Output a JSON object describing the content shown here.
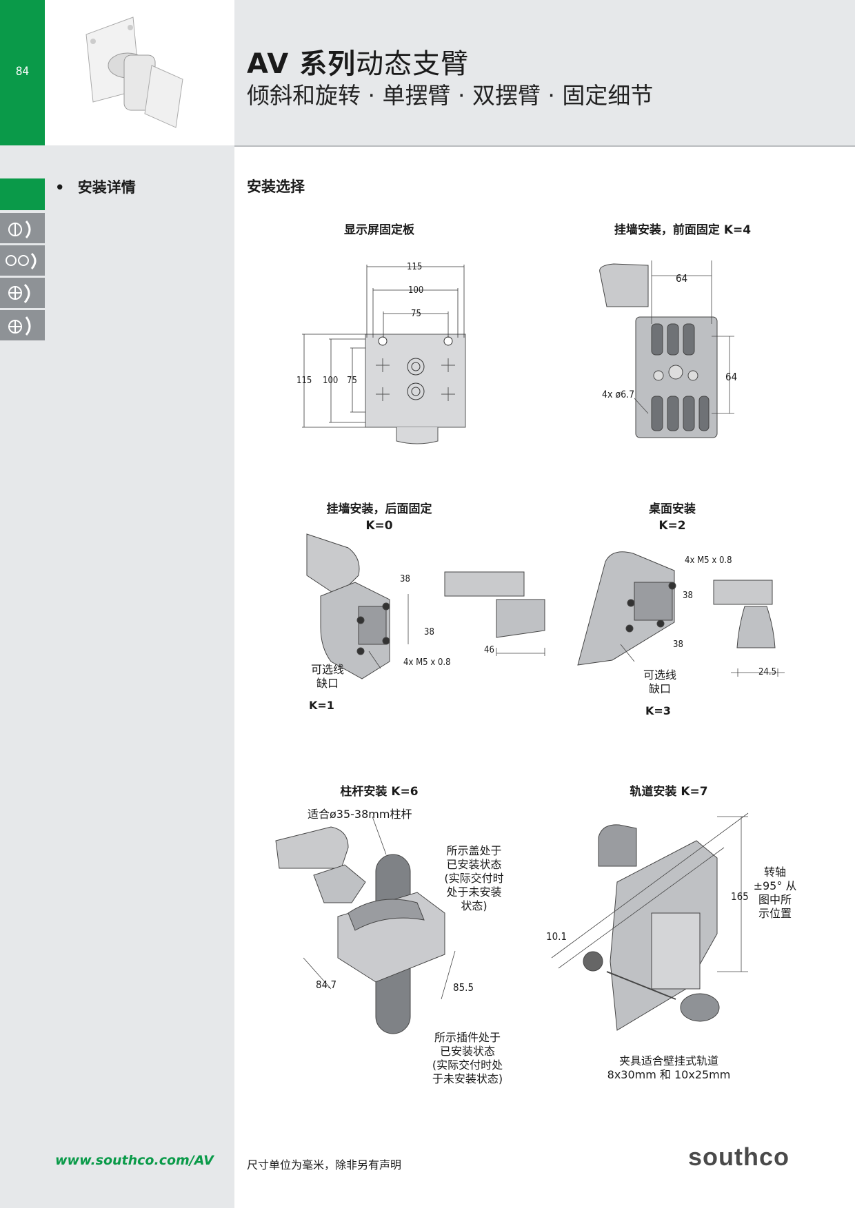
{
  "page_number": "84",
  "nav": {
    "bullet": "•",
    "section_label": "安装详情"
  },
  "header": {
    "title_bold": "AV 系列",
    "title_rest": "动态支臂",
    "subtitle": "倾斜和旋转 · 单摆臂 · 双摆臂 · 固定细节"
  },
  "section_title": "安装选择",
  "panels": {
    "display_plate": {
      "caption": "显示屏固定板",
      "dims": {
        "w115": "115",
        "w100": "100",
        "w75": "75",
        "h115": "115",
        "h100": "100",
        "h75": "75"
      }
    },
    "wall_front": {
      "caption": "挂墙安装，前面固定 K=4",
      "dims": {
        "w64": "64",
        "h64": "64",
        "holes": "4x ø6.7"
      }
    },
    "wall_back": {
      "caption_line1": "挂墙安装，后面固定",
      "caption_line2": "K=0",
      "dims": {
        "d38a": "38",
        "d38b": "38",
        "thread": "4x M5 x 0.8",
        "d46": "46"
      },
      "note_line1": "可选线",
      "note_line2": "缺口",
      "k_label": "K=1"
    },
    "desk": {
      "caption_line1": "桌面安装",
      "caption_line2": "K=2",
      "dims": {
        "thread": "4x M5 x 0.8",
        "d38a": "38",
        "d38b": "38",
        "d245": "24.5"
      },
      "note_line1": "可选线",
      "note_line2": "缺口",
      "k_label": "K=3"
    },
    "pole": {
      "caption": "柱杆安装 K=6",
      "fit_note": "适合ø35-38mm柱杆",
      "cover_note": [
        "所示盖处于",
        "已安装状态",
        "(实际交付时",
        "处于未安装",
        "状态)"
      ],
      "insert_note": [
        "所示插件处于",
        "已安装状态",
        "(实际交付时处",
        "于未安装状态)"
      ],
      "dims": {
        "d847": "84.7",
        "d855": "85.5"
      }
    },
    "rail": {
      "caption": "轨道安装 K=7",
      "pivot_note": [
        "转轴",
        "±95° 从",
        "图中所",
        "示位置"
      ],
      "dims": {
        "d165": "165",
        "d101": "10.1"
      },
      "clamp_note_line1": "夹具适合壁挂式轨道",
      "clamp_note_line2": "8x30mm 和 10x25mm"
    }
  },
  "footer": {
    "url": "www.southco.com/AV",
    "note": "尺寸单位为毫米，除非另有声明",
    "logo": "southco"
  },
  "colors": {
    "brand_green": "#0a9a49",
    "panel_gray": "#e6e8ea",
    "icon_gray": "#8e9296"
  }
}
